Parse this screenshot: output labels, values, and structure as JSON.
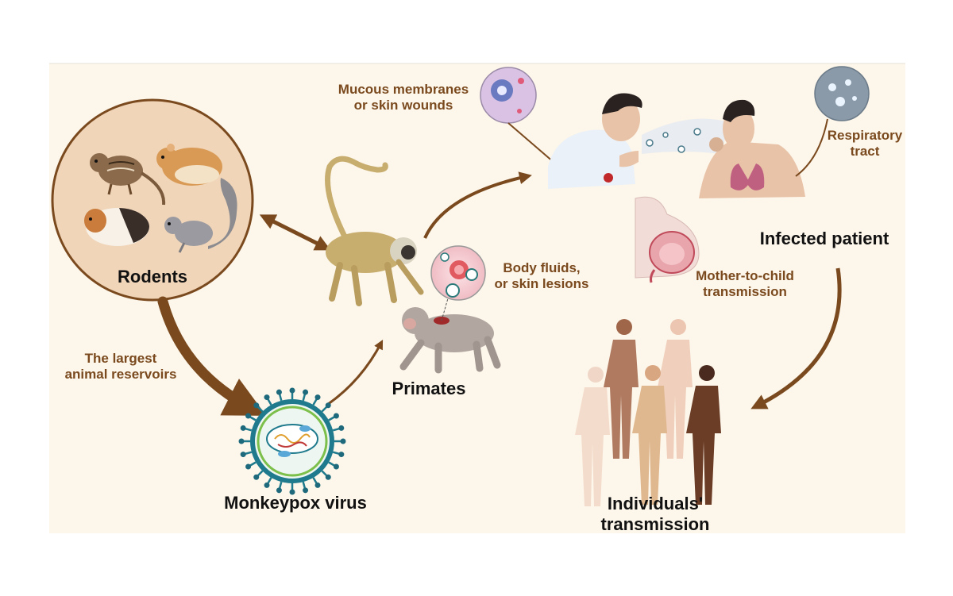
{
  "colors": {
    "background": "#fdf6ea",
    "arrow": "#7a4a1e",
    "label_dark": "#111111",
    "label_brown": "#7a4a1e",
    "virus_ring": "#1e7a8c",
    "skin_light": "#e8c3a8",
    "skin_dark": "#6b3d26"
  },
  "labels": {
    "rodents": "Rodents",
    "monkeypox_virus": "Monkeypox virus",
    "primates": "Primates",
    "infected_patient": "Infected patient",
    "individuals_line1": "Individuals'",
    "individuals_line2": "transmission",
    "largest_line1": "The largest",
    "largest_line2": "animal reservoirs",
    "body_fluids_line1": "Body fluids,",
    "body_fluids_line2": "or skin lesions",
    "mucous_line1": "Mucous membranes",
    "mucous_line2": "or skin wounds",
    "respiratory_line1": "Respiratory",
    "respiratory_line2": "tract",
    "mother_line1": "Mother-to-child",
    "mother_line2": "transmission"
  },
  "icons": [
    "chipmunk-icon",
    "hamster-icon",
    "guinea-pig-icon",
    "squirrel-icon",
    "monkey-icon",
    "macaque-icon",
    "virus-icon",
    "lesion-inset-icon",
    "mucous-inset-icon",
    "respiratory-inset-icon",
    "coughing-person-icon",
    "infected-patient-icon",
    "pregnant-woman-icon",
    "people-group-icon"
  ]
}
